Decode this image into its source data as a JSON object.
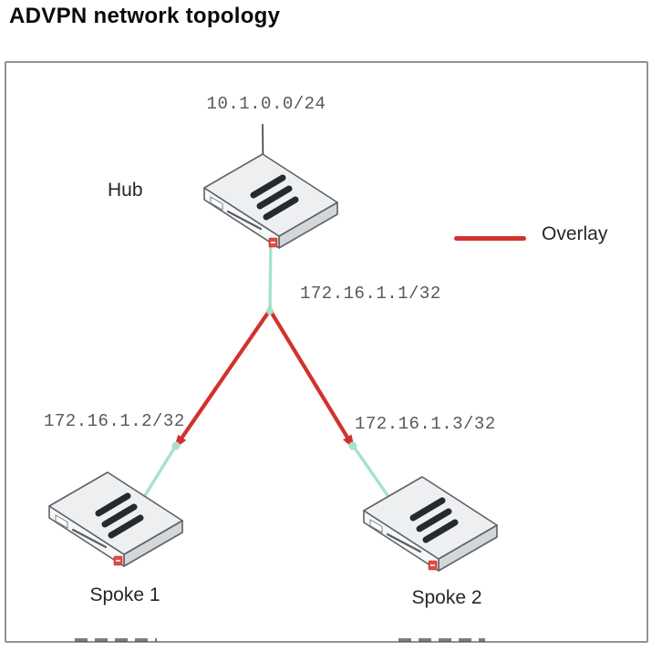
{
  "title": "ADVPN network topology",
  "nodes": {
    "hub": {
      "label": "Hub",
      "lan_subnet": "10.1.0.0/24",
      "tunnel_ip": "172.16.1.1/32"
    },
    "spoke1": {
      "label": "Spoke 1",
      "tunnel_ip": "172.16.1.2/32"
    },
    "spoke2": {
      "label": "Spoke 2",
      "tunnel_ip": "172.16.1.3/32"
    }
  },
  "legend": {
    "overlay_label": "Overlay"
  },
  "colors": {
    "overlay_line": "#d2322d",
    "underlay_line": "#a5e3c6",
    "device_outline": "#5e6266",
    "frame_border": "#909396",
    "ip_text": "#585858",
    "label_text": "#262626"
  }
}
